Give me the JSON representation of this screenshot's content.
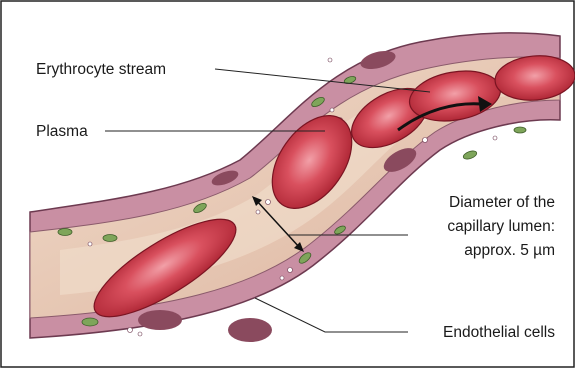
{
  "labels": {
    "erythrocyte_stream": "Erythrocyte stream",
    "plasma": "Plasma",
    "diameter_line1": "Diameter of the",
    "diameter_line2": "capillary lumen:",
    "diameter_line3": "approx. 5 µm",
    "endothelial_cells": "Endothelial cells"
  },
  "colors": {
    "vessel_wall": "#c98fa3",
    "vessel_wall_dark": "#9e5a73",
    "plasma": "#edd6c4",
    "lumen": "#e6c2ac",
    "erythrocyte": "#c8323f",
    "erythrocyte_light": "#e67a86",
    "nucleus": "#8a4a5e",
    "mitochondria": "#7ea55a",
    "border": "#222222"
  }
}
